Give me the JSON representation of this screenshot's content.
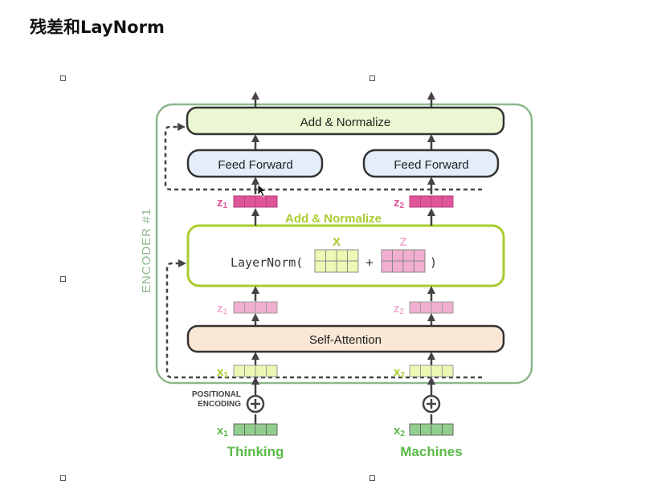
{
  "title": "残差和LayNorm",
  "diagram": {
    "encoder_label": "ENCODER #1",
    "top_block": "Add & Normalize",
    "ffn_left": "Feed Forward",
    "ffn_right": "Feed Forward",
    "mid_block_title": "Add & Normalize",
    "layernorm_prefix": "LayerNorm(",
    "layernorm_plus": "+",
    "layernorm_suffix": ")",
    "matrix_x_label": "X",
    "matrix_z_label": "Z",
    "self_attention": "Self-Attention",
    "z1": "z",
    "z1_sub": "1",
    "z2": "z",
    "z2_sub": "2",
    "x1": "x",
    "x1_sub": "1",
    "x2": "x",
    "x2_sub": "2",
    "positional_line1": "POSITIONAL",
    "positional_line2": "ENCODING",
    "word1": "Thinking",
    "word2": "Machines",
    "colors": {
      "encoder_border": "#8cb88c",
      "add_norm_fill": "#eaf7d2",
      "ffn_fill": "#e3eefa",
      "sa_fill": "#fbe7d5",
      "lime": "#a9cc2e",
      "pink_strong": "#e0559a",
      "pink_light": "#f2aed0",
      "green_vec": "#92cf8e",
      "yellow_vec": "#eef7b3",
      "word_green": "#5aba48"
    }
  }
}
